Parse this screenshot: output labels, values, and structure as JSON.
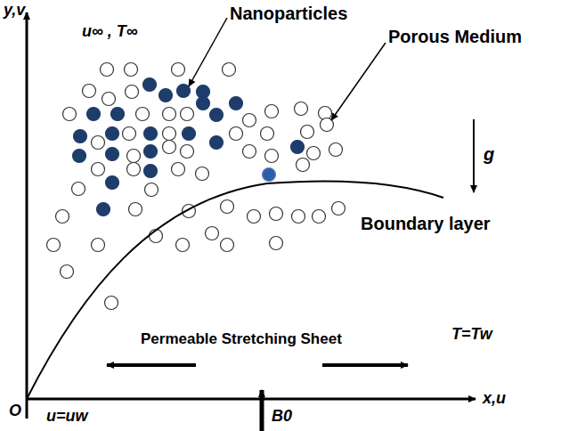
{
  "diagram": {
    "labels": [
      "y,v",
      "u∞ , T∞",
      "Nanoparticles",
      "Porous Medium",
      "g",
      "Boundary layer",
      "T=Tw",
      "Permeable Stretching Sheet",
      "x,u",
      "O",
      "u=uw",
      "B0"
    ]
  }
}
